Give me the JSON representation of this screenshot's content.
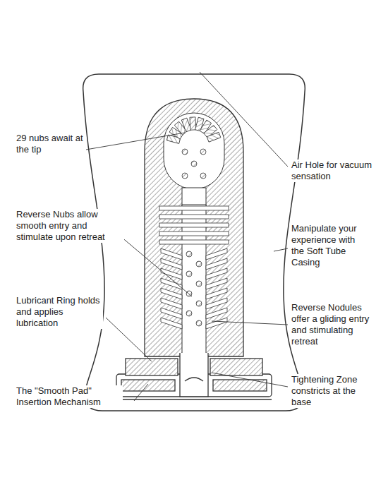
{
  "diagram": {
    "labels": [
      "29 nubs await at the tip",
      "Air Hole for vacuum sensation",
      "Reverse Nubs allow smooth entry and stimulate upon retreat",
      "Manipulate your experience with the Soft Tube Casing",
      "Lubricant Ring holds and applies lubrication",
      "Reverse Nodules offer a gliding entry and stimulating retreat",
      "The \"Smooth Pad\" Insertion Mechanism",
      "Tightening Zone constricts at the base"
    ]
  }
}
